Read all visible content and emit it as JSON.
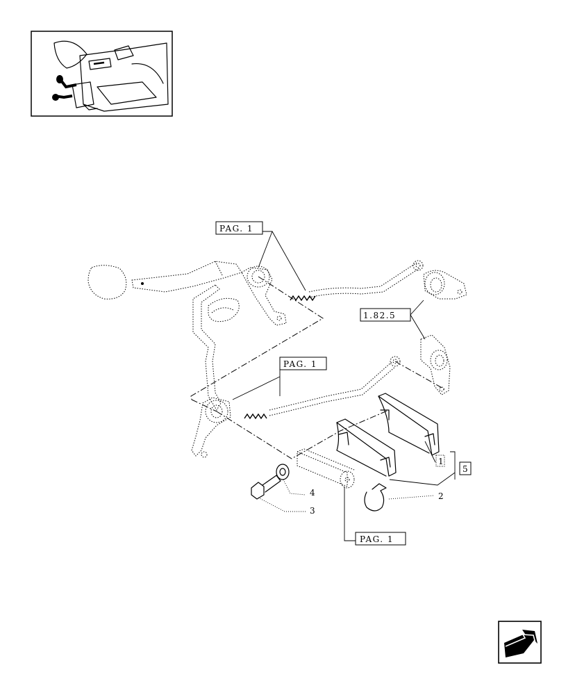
{
  "references": {
    "pag_top": "PAG. 1",
    "pag_mid": "PAG. 1",
    "pag_bottom": "PAG. 1",
    "group_ref": "1.82.5"
  },
  "callouts": {
    "part_1": "1",
    "part_2": "2",
    "part_3": "3",
    "part_4": "4",
    "kit_5": "5"
  },
  "icons": {
    "thumbnail": "tractor-cab-levers-thumbnail",
    "nav": "navigation-arrow-icon"
  }
}
